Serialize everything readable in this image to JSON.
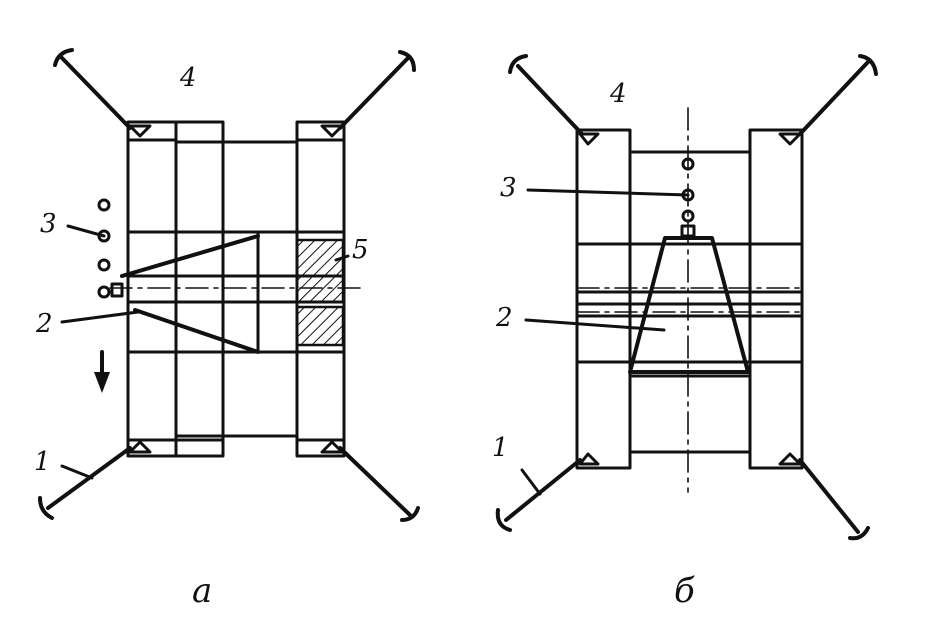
{
  "figure_a": {
    "caption": "а",
    "labels": {
      "one": "1",
      "two": "2",
      "three": "3",
      "four": "4",
      "five": "5"
    }
  },
  "figure_b": {
    "caption": "б",
    "labels": {
      "one": "1",
      "two": "2",
      "three": "3",
      "four": "4"
    }
  },
  "icons": {
    "direction_arrow": "arrow-down-icon"
  }
}
